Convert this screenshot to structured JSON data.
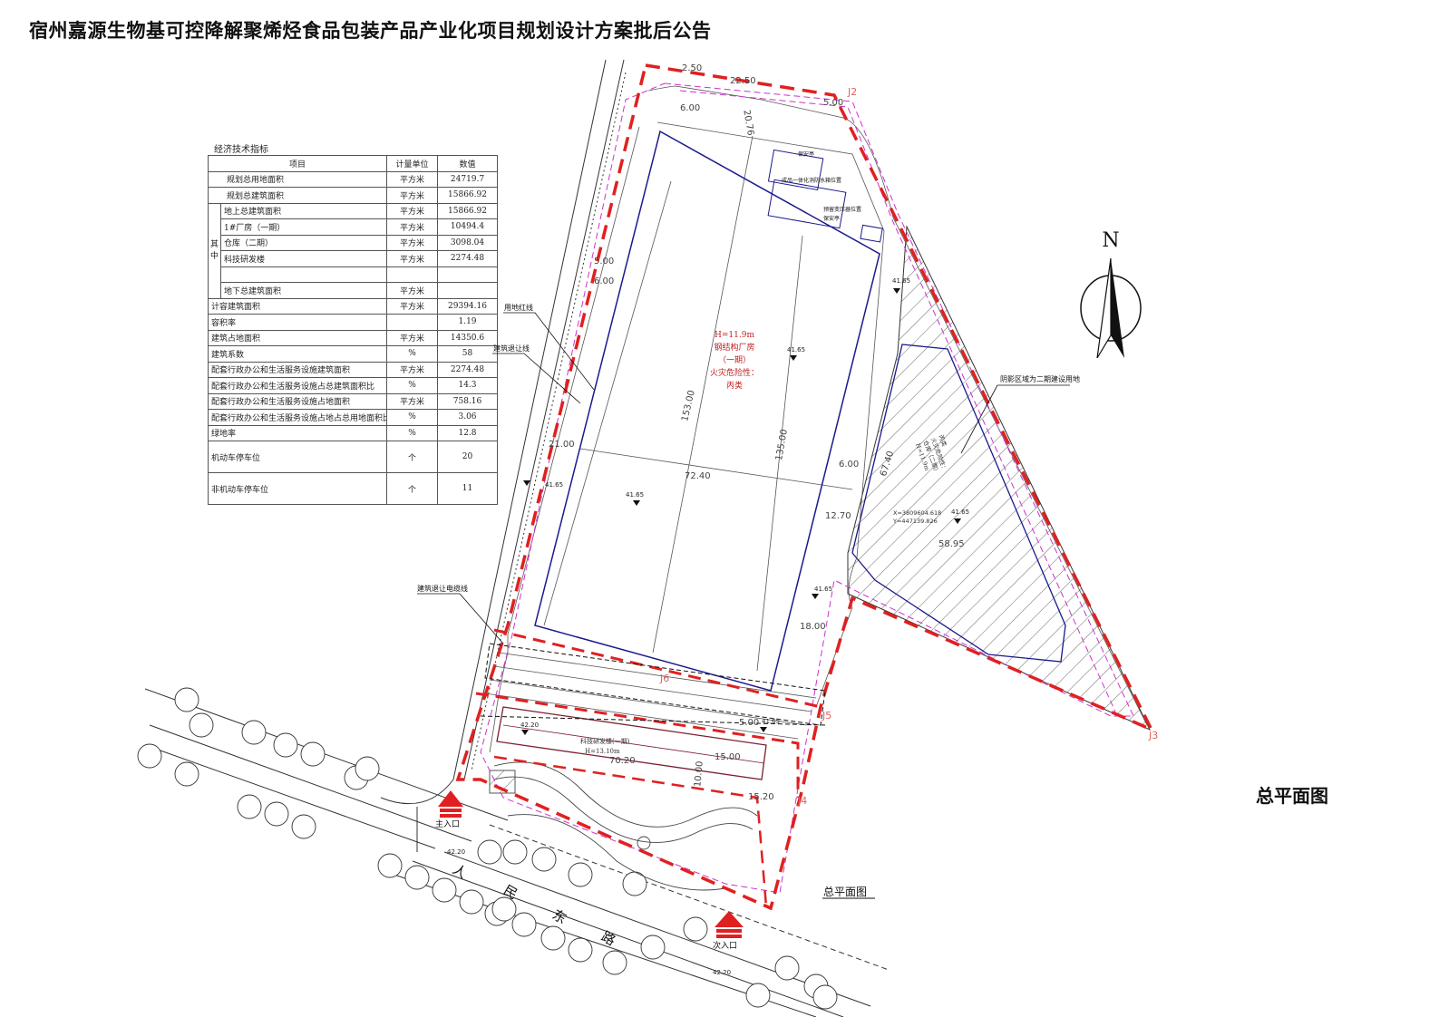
{
  "title": "宿州嘉源生物基可控降解聚烯烃食品包装产品产业化项目规划设计方案批后公告",
  "sheet_label": "总平面图",
  "economic_table": {
    "caption": "经济技术指标",
    "headers": [
      "项目",
      "计量单位",
      "数值"
    ],
    "qizhong_label": "其\n中",
    "rows": [
      {
        "item": "规划总用地面积",
        "unit": "平方米",
        "value": "24719.7"
      },
      {
        "item": "规划总建筑面积",
        "unit": "平方米",
        "value": "15866.92"
      },
      {
        "item": "地上总建筑面积",
        "unit": "平方米",
        "value": "15866.92"
      },
      {
        "item": "1#厂房（一期）",
        "unit": "平方米",
        "value": "10494.4"
      },
      {
        "item": "仓库（二期）",
        "unit": "平方米",
        "value": "3098.04"
      },
      {
        "item": "科技研发楼",
        "unit": "平方米",
        "value": "2274.48"
      },
      {
        "item": "",
        "unit": "",
        "value": ""
      },
      {
        "item": "地下总建筑面积",
        "unit": "平方米",
        "value": ""
      },
      {
        "item": "计容建筑面积",
        "unit": "平方米",
        "value": "29394.16"
      },
      {
        "item": "容积率",
        "unit": "",
        "value": "1.19"
      },
      {
        "item": "建筑占地面积",
        "unit": "平方米",
        "value": "14350.6"
      },
      {
        "item": "建筑系数",
        "unit": "%",
        "value": "58"
      },
      {
        "item": "配套行政办公和生活服务设施建筑面积",
        "unit": "平方米",
        "value": "2274.48"
      },
      {
        "item": "配套行政办公和生活服务设施占总建筑面积比",
        "unit": "%",
        "value": "14.3"
      },
      {
        "item": "配套行政办公和生活服务设施占地面积",
        "unit": "平方米",
        "value": "758.16"
      },
      {
        "item": "配套行政办公和生活服务设施占地占总用地面积比",
        "unit": "%",
        "value": "3.06"
      },
      {
        "item": "绿地率",
        "unit": "%",
        "value": "12.8"
      },
      {
        "item": "机动车停车位",
        "unit": "个",
        "value": "20"
      },
      {
        "item": "非机动车停车位",
        "unit": "个",
        "value": "11"
      }
    ]
  },
  "plan": {
    "compass_letter": "N",
    "factory": {
      "height": "H=11.9m",
      "name": "钢结构厂房",
      "phase": "（一期）",
      "fire": "火灾危险性：",
      "class": "丙类"
    },
    "office": {
      "name": "科技研发楼(一期)",
      "height": "H=13.10m"
    },
    "warehouse": {
      "height": "H=11.9m",
      "name": "仓库（二期）",
      "fire": "火灾危险性：",
      "class": "丙类"
    },
    "hatch_note": "阴影区域为二期建设用地",
    "leaders": {
      "redline": "用地红线",
      "setback": "建筑退让线",
      "cable_setback": "建筑退让电缆线"
    },
    "dims": {
      "d250": "2.50",
      "d2250": "22.50",
      "d500": "5.00",
      "d600": "6.00",
      "d2076": "20.76",
      "d15300": "153.00",
      "d13500": "135.00",
      "d7240": "72.40",
      "d1270": "12.70",
      "d5895": "58.95",
      "d6740": "67.40",
      "d1800": "18.00",
      "d7020": "70.20",
      "d1000": "10.00",
      "d1520": "15.20",
      "d2100": "21.00",
      "d1500": "15.00"
    },
    "coord": {
      "x": "X=3809604.618",
      "y": "Y=447139.826"
    },
    "elev": {
      "e4165": "41.65",
      "e4220": "42.20"
    },
    "points": {
      "j2": "J2",
      "j3": "J3",
      "j4": "J4",
      "j5": "J5",
      "j6": "J6"
    },
    "road_chars": [
      "人",
      "民",
      "东",
      "路"
    ],
    "main_gate": "主入口",
    "second_gate": "次入口",
    "plan_label": "总平面图",
    "notes": {
      "fire_pool": "成品一体化消防水箱位置",
      "guard": "保安亭",
      "transformer": "预留变压器位置",
      "guard2": "保安亭"
    }
  }
}
